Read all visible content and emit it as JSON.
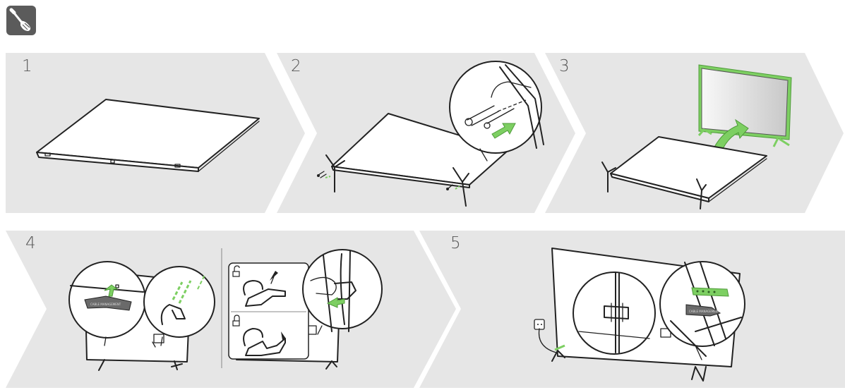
{
  "steps": [
    {
      "number": "1"
    },
    {
      "number": "2"
    },
    {
      "number": "3"
    },
    {
      "number": "4"
    },
    {
      "number": "5"
    }
  ],
  "colors": {
    "panel_bg": "#e6e6e6",
    "accent_green": "#7dcf62",
    "line": "#222222",
    "tool_badge": "#5b5b5b"
  },
  "icons": [
    "screwdriver-icon",
    "unlock-icon",
    "lock-icon"
  ],
  "labels": {
    "clip_stamp": "CABLE MANAGEMENT"
  }
}
